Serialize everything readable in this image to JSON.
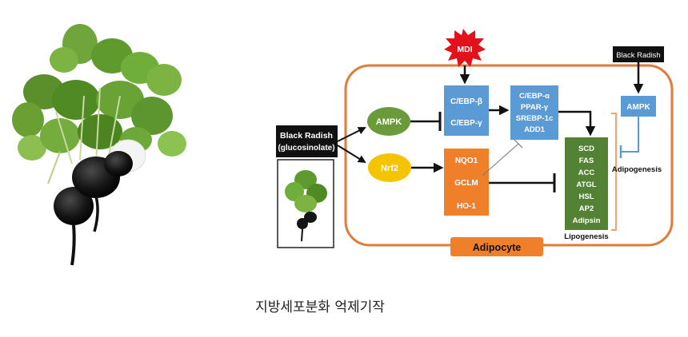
{
  "colors": {
    "frame": "#e07b39",
    "green_node": "#6b9a3a",
    "yellow_node": "#f5c400",
    "blue_box": "#5b9bd5",
    "orange_box": "#f07f2a",
    "lipo_box": "#548235",
    "mdi_burst": "#e3111b",
    "dark_box": "#111111"
  },
  "illustrations": {
    "left_photo": "black-radish-plant",
    "inset_photo": "black-radish-plant-small"
  },
  "diagram": {
    "mdi": "MDI",
    "black_radish_gluco": {
      "line1": "Black Radish",
      "line2": "(glucosinolate)"
    },
    "black_radish_top": "Black Radish",
    "ampk_left": "AMPK",
    "nrf2": "Nrf2",
    "cebp_box": [
      "C/EBP-β",
      "C/EBP-γ"
    ],
    "tf_box": [
      "C/EBP-α",
      "PPAR-γ",
      "SREBP-1c",
      "ADD1"
    ],
    "antioxidant_box": [
      "NQO1",
      "GCLM",
      "HO-1"
    ],
    "lipo_genes": [
      "SCD",
      "FAS",
      "ACC",
      "ATGL",
      "HSL",
      "AP2",
      "Adipsin"
    ],
    "lipogenesis": "Lipogenesis",
    "ampk_right": "AMPK",
    "adipogenesis": "Adipogenesis",
    "adipocyte": "Adipocyte"
  },
  "caption": "지방세포분화 억제기작"
}
